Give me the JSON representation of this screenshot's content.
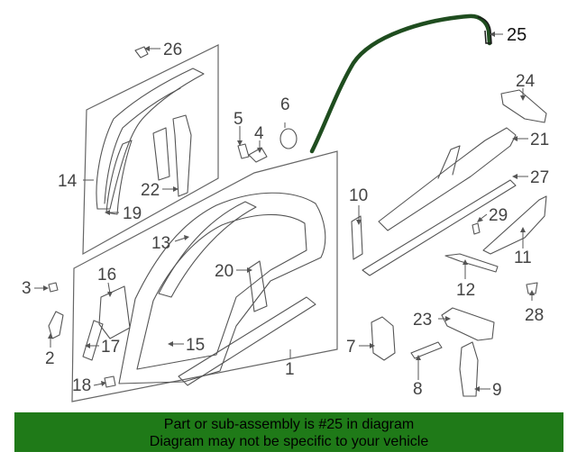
{
  "diagram": {
    "highlight_color": "#1f4d1f",
    "callouts": [
      {
        "label": "1"
      },
      {
        "label": "2"
      },
      {
        "label": "3"
      },
      {
        "label": "4"
      },
      {
        "label": "5"
      },
      {
        "label": "6"
      },
      {
        "label": "7"
      },
      {
        "label": "8"
      },
      {
        "label": "9"
      },
      {
        "label": "10"
      },
      {
        "label": "11"
      },
      {
        "label": "12"
      },
      {
        "label": "13"
      },
      {
        "label": "14"
      },
      {
        "label": "15"
      },
      {
        "label": "16"
      },
      {
        "label": "17"
      },
      {
        "label": "18"
      },
      {
        "label": "19"
      },
      {
        "label": "20"
      },
      {
        "label": "21"
      },
      {
        "label": "22"
      },
      {
        "label": "23"
      },
      {
        "label": "24"
      },
      {
        "label": "25"
      },
      {
        "label": "26"
      },
      {
        "label": "27"
      },
      {
        "label": "28"
      },
      {
        "label": "29"
      }
    ]
  },
  "banner": {
    "line1": "Part or sub-assembly is #25 in diagram",
    "line2": "Diagram may not be specific to your vehicle",
    "background_color": "#1f7a18"
  }
}
